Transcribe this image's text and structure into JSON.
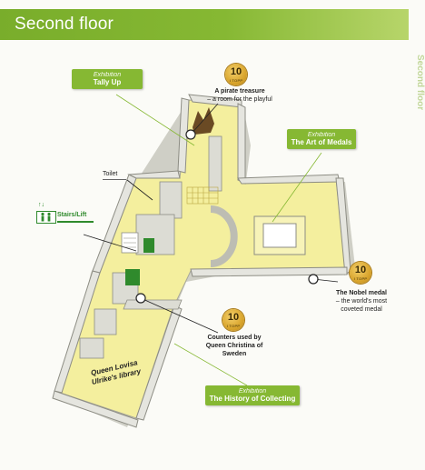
{
  "header": {
    "title": "Second floor",
    "side_tab": "Second floor"
  },
  "colors": {
    "accent_green": "#86b833",
    "floor_yellow": "#f4ef9e",
    "wall_grey": "#d8d8d2",
    "gold_badge": "#d9a52d",
    "lift_green": "#2f8a2c"
  },
  "callouts": {
    "tally_up": {
      "category": "Exhibition",
      "name": "Tally Up"
    },
    "medals": {
      "category": "Exhibition",
      "name": "The Art of Medals"
    },
    "collecting": {
      "category": "Exhibition",
      "name": "The History of Collecting"
    }
  },
  "top10": {
    "pirate": {
      "number": "10",
      "sub": "I TOPP",
      "title": "A pirate treasure",
      "desc": "– a room for the playful"
    },
    "nobel": {
      "number": "10",
      "sub": "I TOPP",
      "title": "The Nobel medal",
      "desc": "– the world's most coveted medal"
    },
    "counters": {
      "number": "10",
      "sub": "I TOPP",
      "title": "Counters used by",
      "desc": "Queen Christina of Sweden"
    }
  },
  "facilities": {
    "toilet": "Toilet",
    "stairs": "Stairs/Lift",
    "stairs_icon": "person-pair-icon",
    "arrows": "↑↓"
  },
  "rooms": {
    "library": "Queen Lovisa Ulrike's library"
  }
}
